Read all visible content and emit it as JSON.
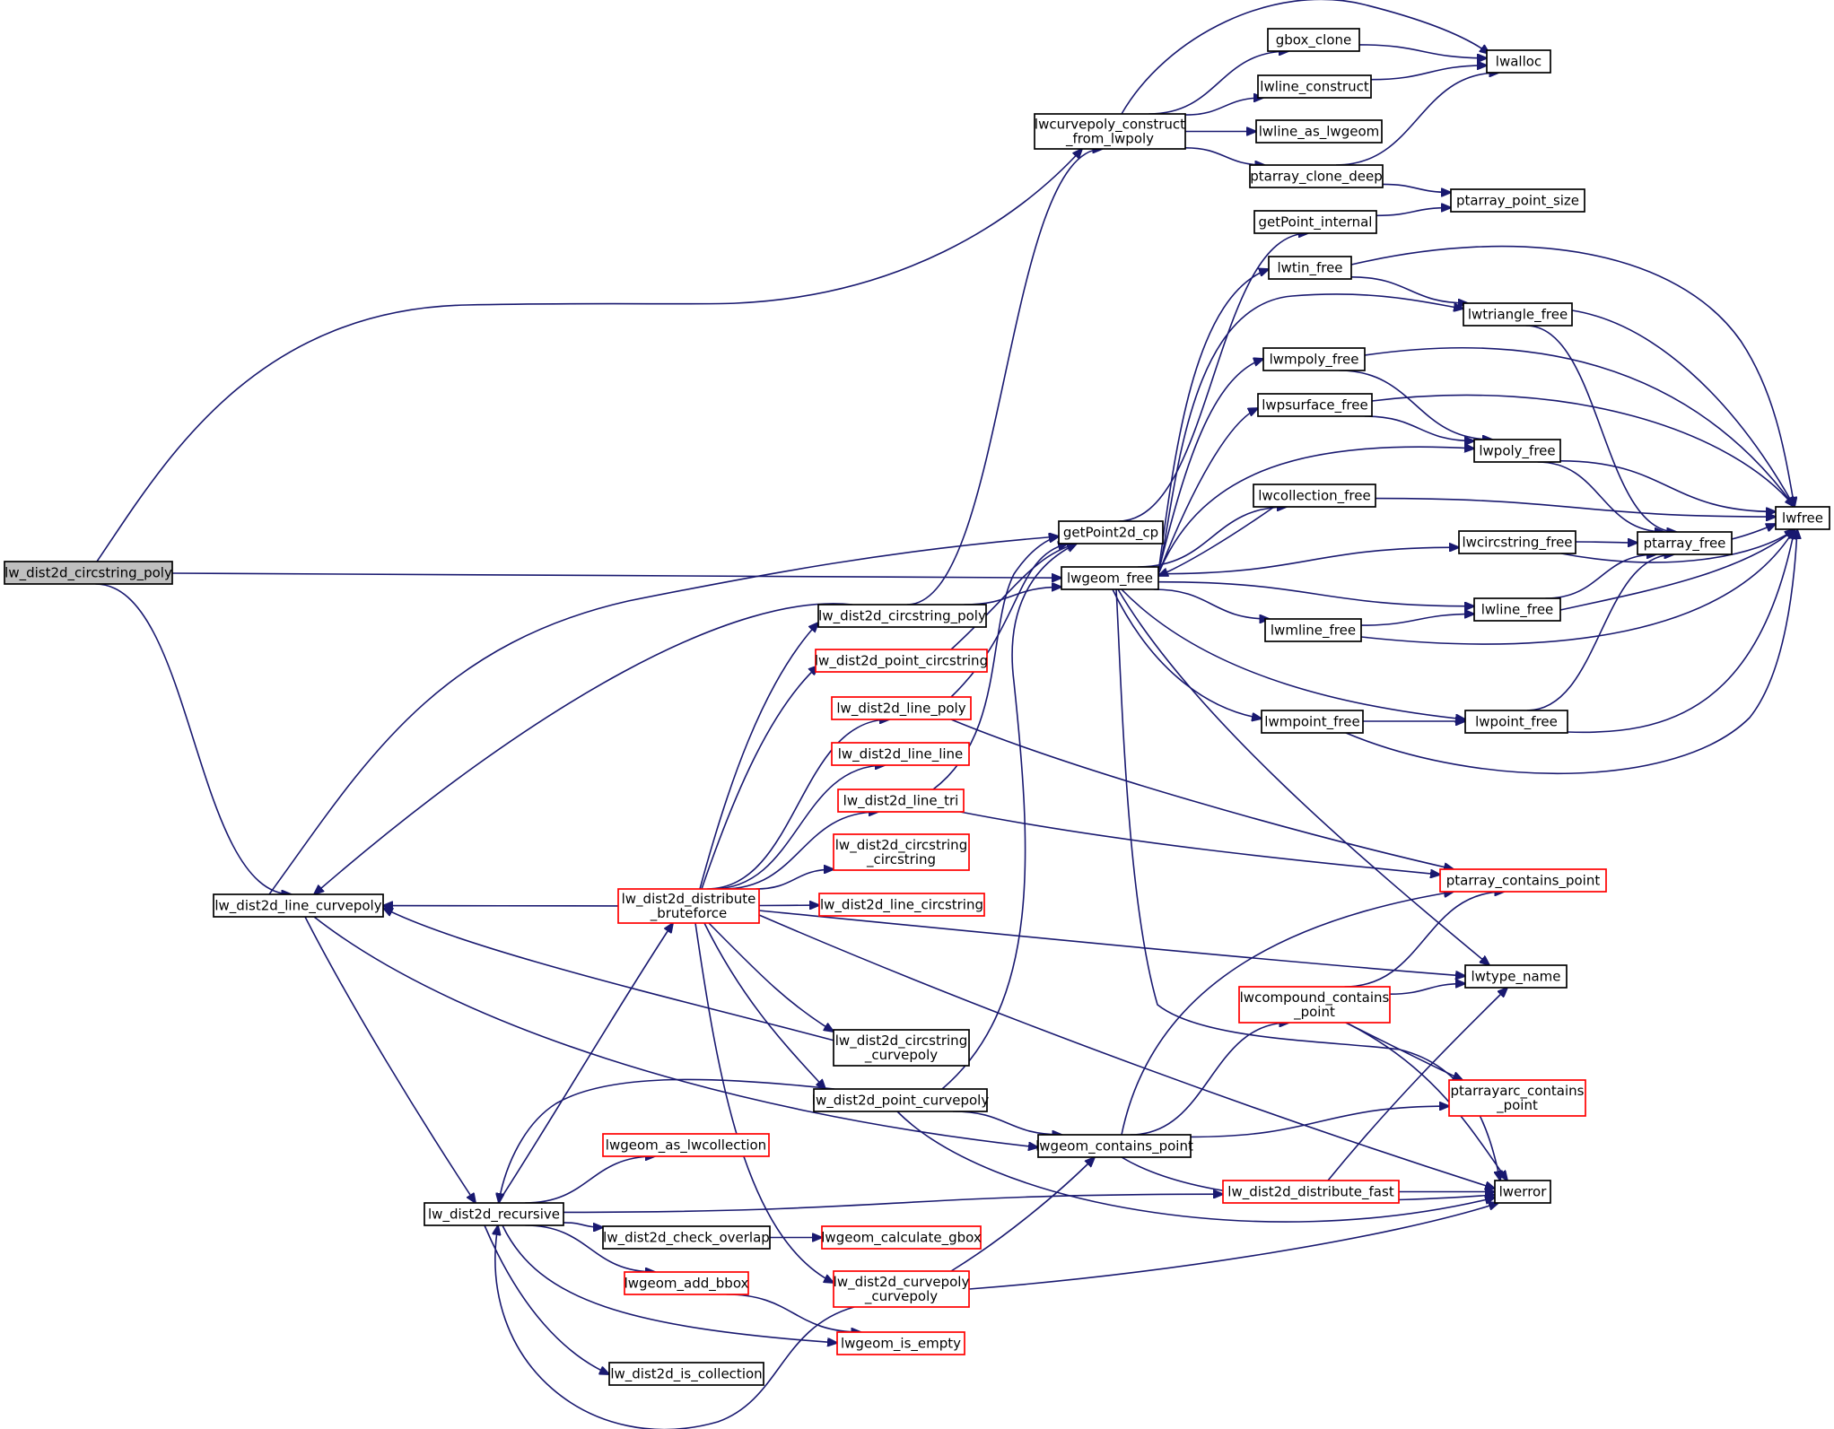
{
  "colors": {
    "edge": "#191970",
    "node_border_black": "#000000",
    "node_border_red": "#ff0000",
    "root_fill": "#bfbfbf",
    "node_fill": "#ffffff"
  },
  "nodes": [
    {
      "id": "root",
      "lines": [
        "lw_dist2d_circstring_poly"
      ],
      "border": "black",
      "root": true
    },
    {
      "id": "lcp",
      "lines": [
        "lw_dist2d_line_curvepoly"
      ],
      "border": "black"
    },
    {
      "id": "rec",
      "lines": [
        "lw_dist2d_recursive"
      ],
      "border": "black"
    },
    {
      "id": "ccfl",
      "lines": [
        "lwcurvepoly_construct",
        "_from_lwpoly"
      ],
      "border": "black"
    },
    {
      "id": "gbc",
      "lines": [
        "gbox_clone"
      ],
      "border": "black"
    },
    {
      "id": "lwa",
      "lines": [
        "lwalloc"
      ],
      "border": "black"
    },
    {
      "id": "llc",
      "lines": [
        "lwline_construct"
      ],
      "border": "black"
    },
    {
      "id": "llalg",
      "lines": [
        "lwline_as_lwgeom"
      ],
      "border": "black"
    },
    {
      "id": "pacd",
      "lines": [
        "ptarray_clone_deep"
      ],
      "border": "black"
    },
    {
      "id": "paps",
      "lines": [
        "ptarray_point_size"
      ],
      "border": "black"
    },
    {
      "id": "gpi",
      "lines": [
        "getPoint_internal"
      ],
      "border": "black"
    },
    {
      "id": "gp2",
      "lines": [
        "getPoint2d_cp"
      ],
      "border": "black"
    },
    {
      "id": "lgf",
      "lines": [
        "lwgeom_free"
      ],
      "border": "black"
    },
    {
      "id": "ltinf",
      "lines": [
        "lwtin_free"
      ],
      "border": "black"
    },
    {
      "id": "ltrf",
      "lines": [
        "lwtriangle_free"
      ],
      "border": "black"
    },
    {
      "id": "lmpf",
      "lines": [
        "lwmpoly_free"
      ],
      "border": "black"
    },
    {
      "id": "lpsf",
      "lines": [
        "lwpsurface_free"
      ],
      "border": "black"
    },
    {
      "id": "lpf",
      "lines": [
        "lwpoly_free"
      ],
      "border": "black"
    },
    {
      "id": "lcolf",
      "lines": [
        "lwcollection_free"
      ],
      "border": "black"
    },
    {
      "id": "lcsf",
      "lines": [
        "lwcircstring_free"
      ],
      "border": "black"
    },
    {
      "id": "ptf",
      "lines": [
        "ptarray_free"
      ],
      "border": "black"
    },
    {
      "id": "lwfree",
      "lines": [
        "lwfree"
      ],
      "border": "black"
    },
    {
      "id": "llf",
      "lines": [
        "lwline_free"
      ],
      "border": "black"
    },
    {
      "id": "lmlf",
      "lines": [
        "lwmline_free"
      ],
      "border": "black"
    },
    {
      "id": "lmptf",
      "lines": [
        "lwmpoint_free"
      ],
      "border": "black"
    },
    {
      "id": "lptf",
      "lines": [
        "lwpoint_free"
      ],
      "border": "black"
    },
    {
      "id": "dcp",
      "lines": [
        "lw_dist2d_circstring_poly"
      ],
      "border": "black"
    },
    {
      "id": "dpc",
      "lines": [
        "lw_dist2d_point_circstring"
      ],
      "border": "red"
    },
    {
      "id": "dlp",
      "lines": [
        "lw_dist2d_line_poly"
      ],
      "border": "red"
    },
    {
      "id": "dll",
      "lines": [
        "lw_dist2d_line_line"
      ],
      "border": "red"
    },
    {
      "id": "dlt",
      "lines": [
        "lw_dist2d_line_tri"
      ],
      "border": "red"
    },
    {
      "id": "dcc",
      "lines": [
        "lw_dist2d_circstring",
        "_circstring"
      ],
      "border": "red"
    },
    {
      "id": "dlcs",
      "lines": [
        "lw_dist2d_line_circstring"
      ],
      "border": "red"
    },
    {
      "id": "ddb",
      "lines": [
        "lw_dist2d_distribute",
        "_bruteforce"
      ],
      "border": "red"
    },
    {
      "id": "dccp",
      "lines": [
        "lw_dist2d_circstring",
        "_curvepoly"
      ],
      "border": "black"
    },
    {
      "id": "dpcp",
      "lines": [
        "lw_dist2d_point_curvepoly"
      ],
      "border": "black"
    },
    {
      "id": "pcp",
      "lines": [
        "ptarray_contains_point"
      ],
      "border": "red"
    },
    {
      "id": "ltn",
      "lines": [
        "lwtype_name"
      ],
      "border": "black"
    },
    {
      "id": "lccp",
      "lines": [
        "lwcompound_contains",
        "_point"
      ],
      "border": "red"
    },
    {
      "id": "pacp",
      "lines": [
        "ptarrayarc_contains",
        "_point"
      ],
      "border": "red"
    },
    {
      "id": "lgcp",
      "lines": [
        "lwgeom_contains_point"
      ],
      "border": "black"
    },
    {
      "id": "lgalc",
      "lines": [
        "lwgeom_as_lwcollection"
      ],
      "border": "red"
    },
    {
      "id": "ddf",
      "lines": [
        "lw_dist2d_distribute_fast"
      ],
      "border": "red"
    },
    {
      "id": "lwe",
      "lines": [
        "lwerror"
      ],
      "border": "black"
    },
    {
      "id": "dco",
      "lines": [
        "lw_dist2d_check_overlap"
      ],
      "border": "black"
    },
    {
      "id": "lgcg",
      "lines": [
        "lwgeom_calculate_gbox"
      ],
      "border": "red"
    },
    {
      "id": "lgab",
      "lines": [
        "lwgeom_add_bbox"
      ],
      "border": "red"
    },
    {
      "id": "dcpcp",
      "lines": [
        "lw_dist2d_curvepoly",
        "_curvepoly"
      ],
      "border": "red"
    },
    {
      "id": "lgie",
      "lines": [
        "lwgeom_is_empty"
      ],
      "border": "red"
    },
    {
      "id": "dic",
      "lines": [
        "lw_dist2d_is_collection"
      ],
      "border": "black"
    }
  ],
  "edges": [
    [
      "root",
      "ccfl"
    ],
    [
      "root",
      "lgf"
    ],
    [
      "root",
      "lcp"
    ],
    [
      "ccfl",
      "gbc"
    ],
    [
      "ccfl",
      "lwa"
    ],
    [
      "ccfl",
      "llc"
    ],
    [
      "ccfl",
      "llalg"
    ],
    [
      "ccfl",
      "pacd"
    ],
    [
      "gbc",
      "lwa"
    ],
    [
      "llc",
      "lwa"
    ],
    [
      "pacd",
      "lwa"
    ],
    [
      "pacd",
      "paps"
    ],
    [
      "gpi",
      "paps"
    ],
    [
      "gp2",
      "gpi"
    ],
    [
      "lgf",
      "ltinf"
    ],
    [
      "lgf",
      "ltrf"
    ],
    [
      "lgf",
      "lmpf"
    ],
    [
      "lgf",
      "lpsf"
    ],
    [
      "lgf",
      "lpf"
    ],
    [
      "lgf",
      "lcolf"
    ],
    [
      "lgf",
      "lcsf"
    ],
    [
      "lgf",
      "llf"
    ],
    [
      "lgf",
      "lmlf"
    ],
    [
      "lgf",
      "lmptf"
    ],
    [
      "lgf",
      "lptf"
    ],
    [
      "lgf",
      "ltn"
    ],
    [
      "lgf",
      "lwe"
    ],
    [
      "ltinf",
      "ltrf"
    ],
    [
      "ltinf",
      "lwfree"
    ],
    [
      "ltrf",
      "ptf"
    ],
    [
      "ltrf",
      "lwfree"
    ],
    [
      "lmpf",
      "lpf"
    ],
    [
      "lmpf",
      "lwfree"
    ],
    [
      "lpsf",
      "lpf"
    ],
    [
      "lpsf",
      "lwfree"
    ],
    [
      "lpf",
      "ptf"
    ],
    [
      "lpf",
      "lwfree"
    ],
    [
      "lcolf",
      "lgf"
    ],
    [
      "lcolf",
      "lwfree"
    ],
    [
      "lcsf",
      "ptf"
    ],
    [
      "lcsf",
      "lwfree"
    ],
    [
      "ptf",
      "lwfree"
    ],
    [
      "llf",
      "ptf"
    ],
    [
      "llf",
      "lwfree"
    ],
    [
      "lmlf",
      "llf"
    ],
    [
      "lmlf",
      "lwfree"
    ],
    [
      "lmptf",
      "lptf"
    ],
    [
      "lmptf",
      "lwfree"
    ],
    [
      "lptf",
      "ptf"
    ],
    [
      "lptf",
      "lwfree"
    ],
    [
      "lcp",
      "gp2"
    ],
    [
      "lcp",
      "lgcp"
    ],
    [
      "lcp",
      "rec"
    ],
    [
      "dcp",
      "ccfl"
    ],
    [
      "dcp",
      "lgf"
    ],
    [
      "dcp",
      "lcp"
    ],
    [
      "dpc",
      "gp2"
    ],
    [
      "dlp",
      "gp2"
    ],
    [
      "dlp",
      "pcp"
    ],
    [
      "dlt",
      "gp2"
    ],
    [
      "dlt",
      "pcp"
    ],
    [
      "ddb",
      "lcp"
    ],
    [
      "ddb",
      "dcp"
    ],
    [
      "ddb",
      "dpc"
    ],
    [
      "ddb",
      "dlp"
    ],
    [
      "ddb",
      "dll"
    ],
    [
      "ddb",
      "dlt"
    ],
    [
      "ddb",
      "dcc"
    ],
    [
      "ddb",
      "dlcs"
    ],
    [
      "ddb",
      "dccp"
    ],
    [
      "ddb",
      "dpcp"
    ],
    [
      "ddb",
      "dcpcp"
    ],
    [
      "ddb",
      "ltn"
    ],
    [
      "ddb",
      "lwe"
    ],
    [
      "dccp",
      "lcp"
    ],
    [
      "dpcp",
      "gp2"
    ],
    [
      "dpcp",
      "lgcp"
    ],
    [
      "dpcp",
      "rec"
    ],
    [
      "dpcp",
      "lwe"
    ],
    [
      "lgcp",
      "pcp"
    ],
    [
      "lgcp",
      "lccp"
    ],
    [
      "lgcp",
      "pacp"
    ],
    [
      "lgcp",
      "lwe"
    ],
    [
      "lccp",
      "pcp"
    ],
    [
      "lccp",
      "ltn"
    ],
    [
      "lccp",
      "pacp"
    ],
    [
      "lccp",
      "lwe"
    ],
    [
      "rec",
      "ddb"
    ],
    [
      "rec",
      "lgalc"
    ],
    [
      "rec",
      "ddf"
    ],
    [
      "rec",
      "dco"
    ],
    [
      "rec",
      "lgab"
    ],
    [
      "rec",
      "lgie"
    ],
    [
      "rec",
      "dic"
    ],
    [
      "ddf",
      "ltn"
    ],
    [
      "ddf",
      "lwe"
    ],
    [
      "dco",
      "lgcg"
    ],
    [
      "lgab",
      "lgie"
    ],
    [
      "dcpcp",
      "lgcp"
    ],
    [
      "dcpcp",
      "rec"
    ],
    [
      "dcpcp",
      "lwe"
    ]
  ]
}
